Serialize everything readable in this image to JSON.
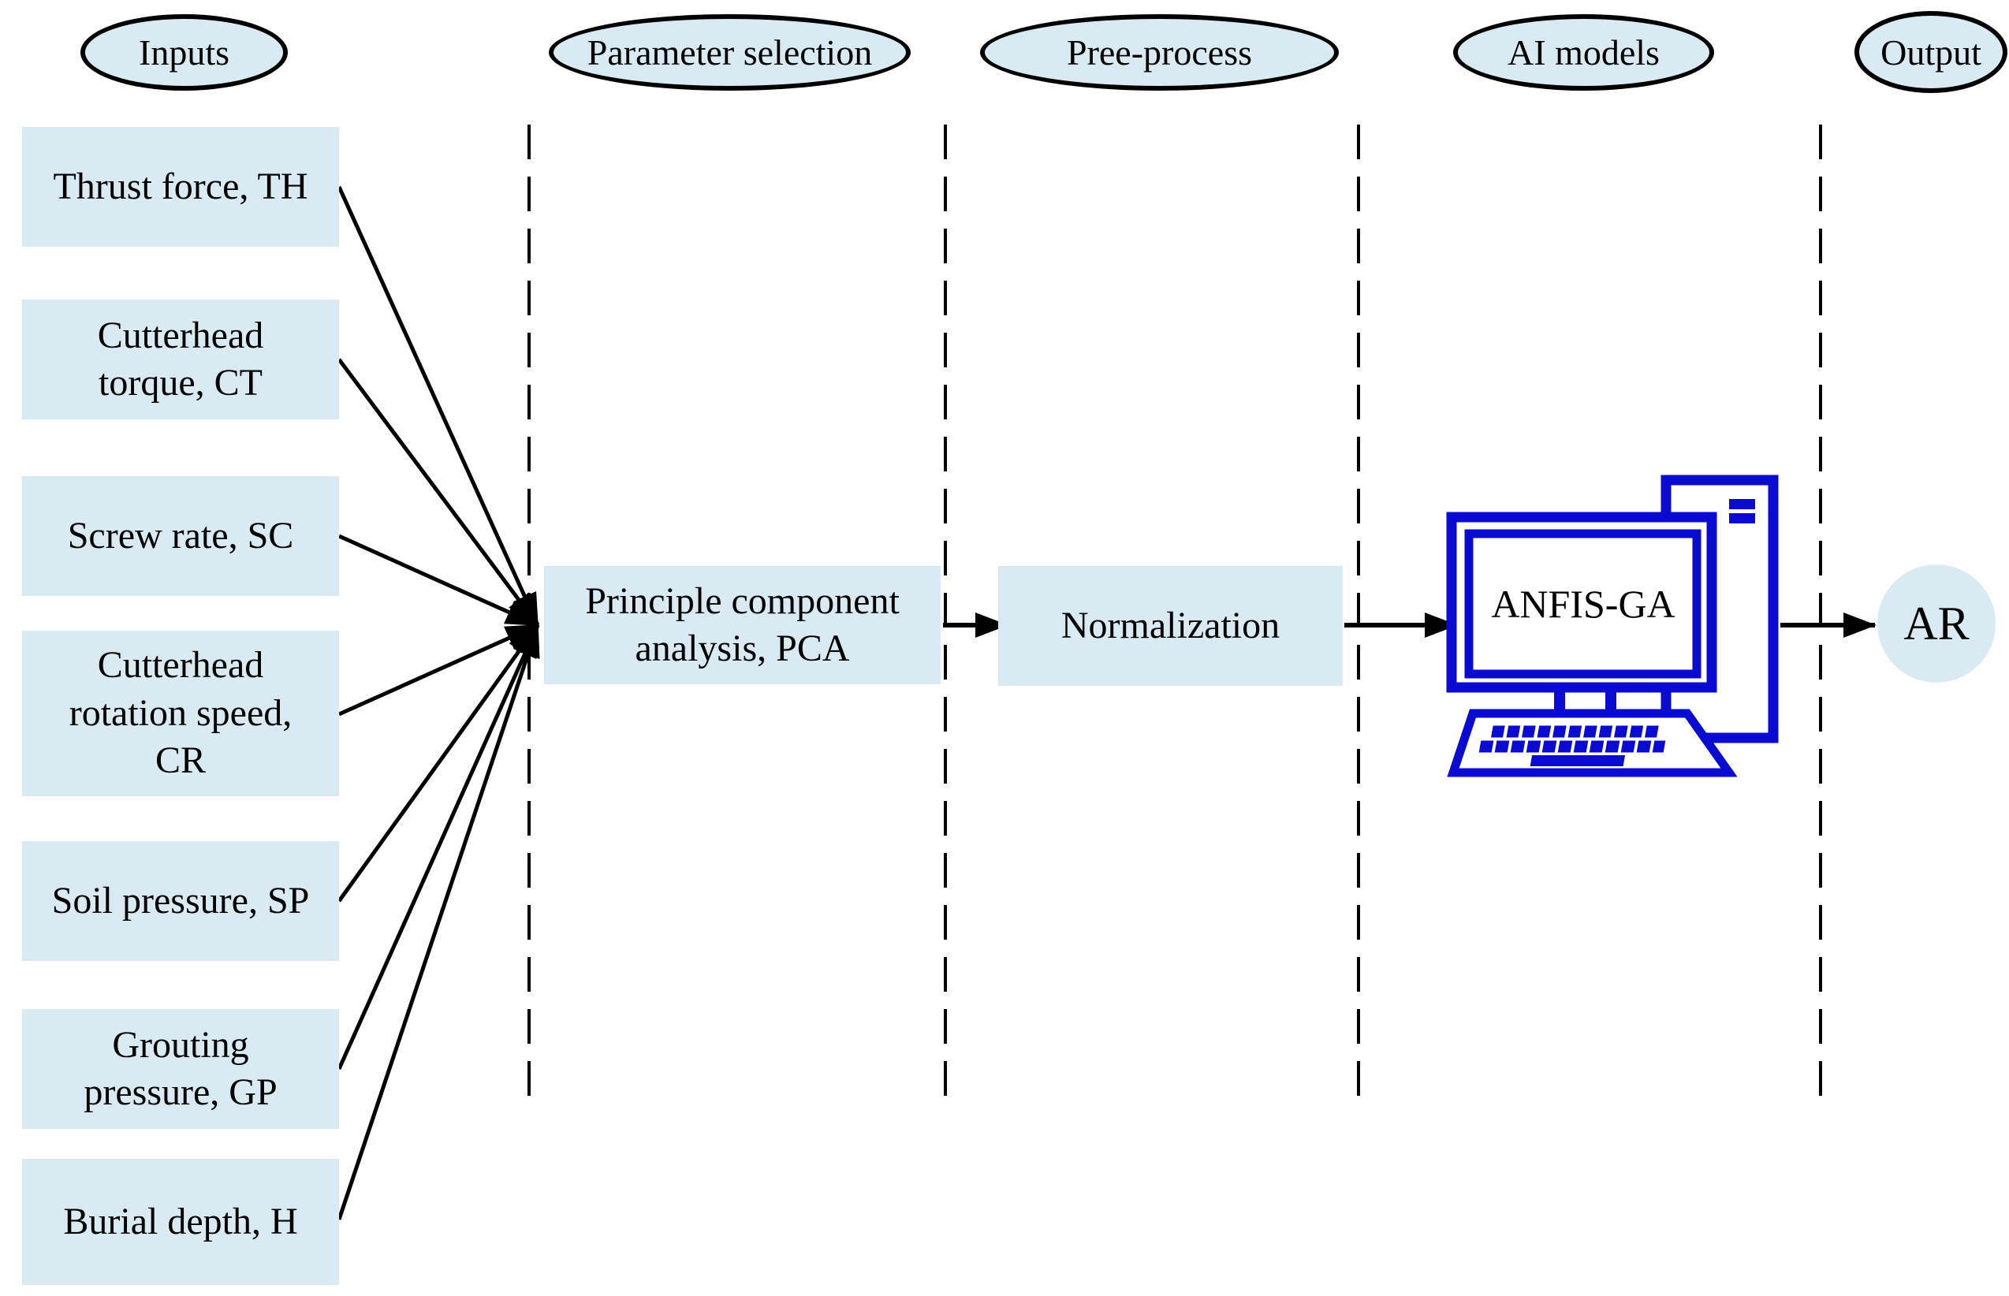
{
  "colors": {
    "node_fill": "#d9eaf2",
    "accent_blue": "#0a0ad0",
    "line_color": "#000000"
  },
  "stages": [
    {
      "label": "Inputs"
    },
    {
      "label": "Parameter selection"
    },
    {
      "label": "Pree-process"
    },
    {
      "label": "AI models"
    },
    {
      "label": "Output"
    }
  ],
  "inputs": [
    {
      "label": "Thrust force, TH"
    },
    {
      "label": "Cutterhead\ntorque, CT"
    },
    {
      "label": "Screw rate, SC"
    },
    {
      "label": "Cutterhead\nrotation speed,\nCR"
    },
    {
      "label": "Soil pressure, SP"
    },
    {
      "label": "Grouting\npressure, GP"
    },
    {
      "label": "Burial depth, H"
    }
  ],
  "process": {
    "pca": "Principle component\nanalysis, PCA",
    "normalization": "Normalization",
    "model": "ANFIS-GA",
    "output": "AR"
  },
  "icons": {
    "model": "computer-icon"
  }
}
